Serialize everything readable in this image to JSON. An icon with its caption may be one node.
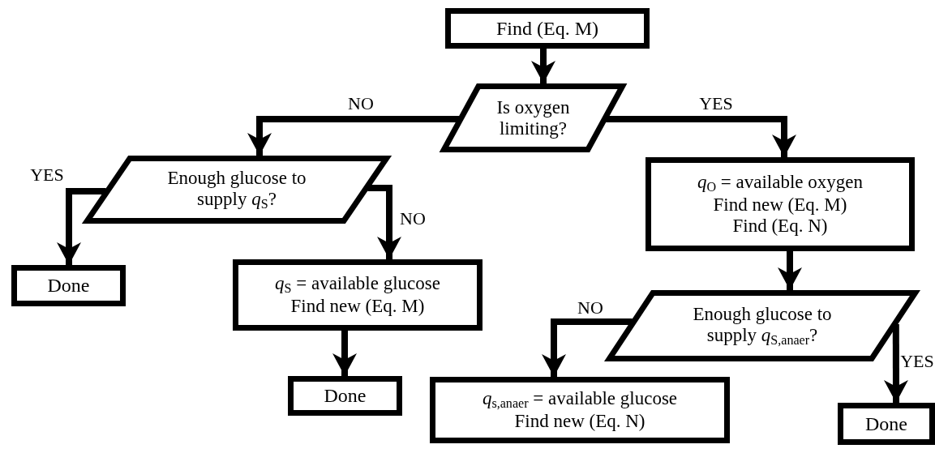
{
  "diagram": {
    "nodes": [
      {
        "text": [
          "Find (Eq. M)"
        ]
      },
      {
        "text": [
          "Is oxygen limiting?"
        ]
      },
      {
        "text": [
          "Enough glucose to supply *q*$_{S}$?"
        ]
      },
      {
        "text": [
          "*q*$_{O}$ = available oxygen",
          "Find new (Eq. M)",
          "Find (Eq. N)"
        ]
      },
      {
        "text": [
          "Done"
        ]
      },
      {
        "text": [
          "*q*$_{S}$ = available glucose",
          "Find new (Eq. M)"
        ]
      },
      {
        "text": [
          "Done"
        ]
      },
      {
        "text": [
          "Enough glucose to supply *q*$_{S,anaer}$?"
        ]
      },
      {
        "text": [
          "*q*$_{s,anaer}$ = available glucose",
          "Find new (Eq. N)"
        ]
      },
      {
        "text": [
          "Done"
        ]
      }
    ],
    "edges": [
      {
        "from": 0,
        "to": 1,
        "arrow": "to"
      },
      {
        "from": 1,
        "to": 2,
        "arrow": "to",
        "label": "NO"
      },
      {
        "from": 1,
        "to": 3,
        "arrow": "to",
        "label": "YES"
      },
      {
        "from": 2,
        "to": 4,
        "arrow": "to",
        "label": "YES"
      },
      {
        "from": 2,
        "to": 5,
        "arrow": "to",
        "label": "NO"
      },
      {
        "from": 3,
        "to": 7,
        "arrow": "to"
      },
      {
        "from": 5,
        "to": 6,
        "arrow": "to"
      },
      {
        "from": 7,
        "to": 8,
        "arrow": "to",
        "label": "NO"
      },
      {
        "from": 7,
        "to": 9,
        "arrow": "to",
        "label": "YES"
      }
    ]
  }
}
